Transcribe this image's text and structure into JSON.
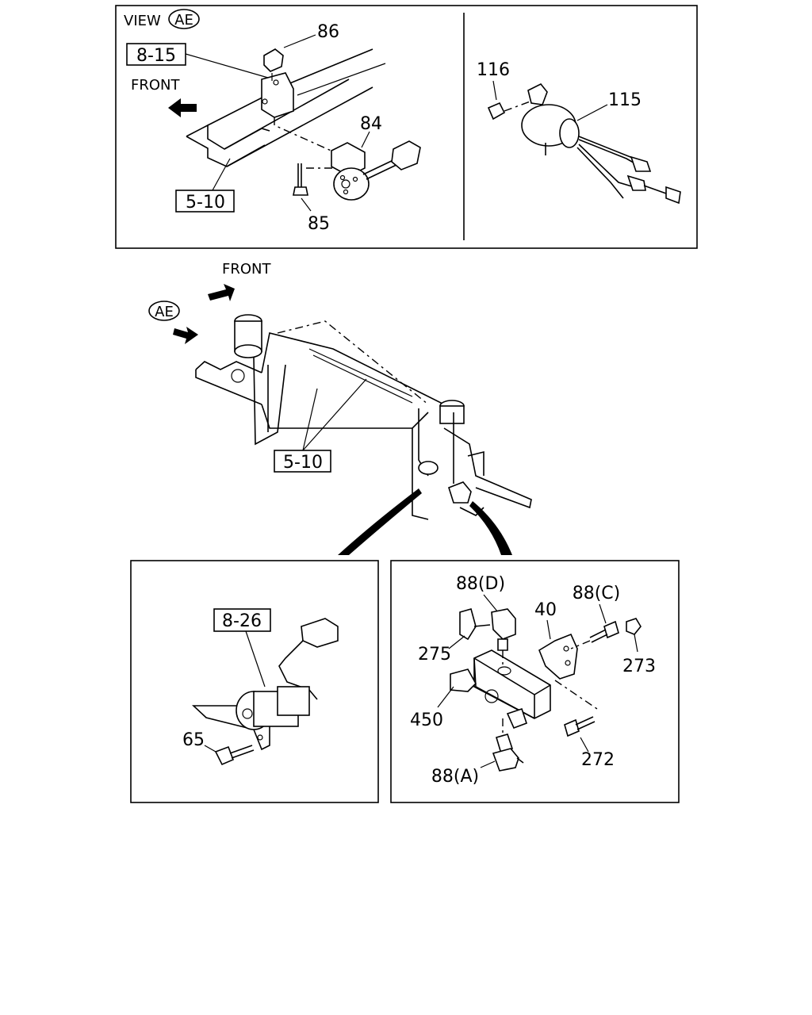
{
  "view_panel": {
    "view_label": "VIEW",
    "view_ref": "AE",
    "front_label": "FRONT",
    "ref_boxes": [
      "8-15",
      "5-10"
    ],
    "callouts": [
      "86",
      "84",
      "85",
      "116",
      "115"
    ]
  },
  "main_view": {
    "front_label": "FRONT",
    "view_ref": "AE",
    "ref_box": "5-10"
  },
  "detail_left": {
    "ref_box": "8-26",
    "callouts": [
      "65"
    ]
  },
  "detail_right": {
    "callouts": [
      "88(D)",
      "40",
      "275",
      "88(C)",
      "273",
      "450",
      "272",
      "88(A)"
    ]
  },
  "icons": [
    "front-arrow-icon",
    "view-arrow-icon"
  ]
}
